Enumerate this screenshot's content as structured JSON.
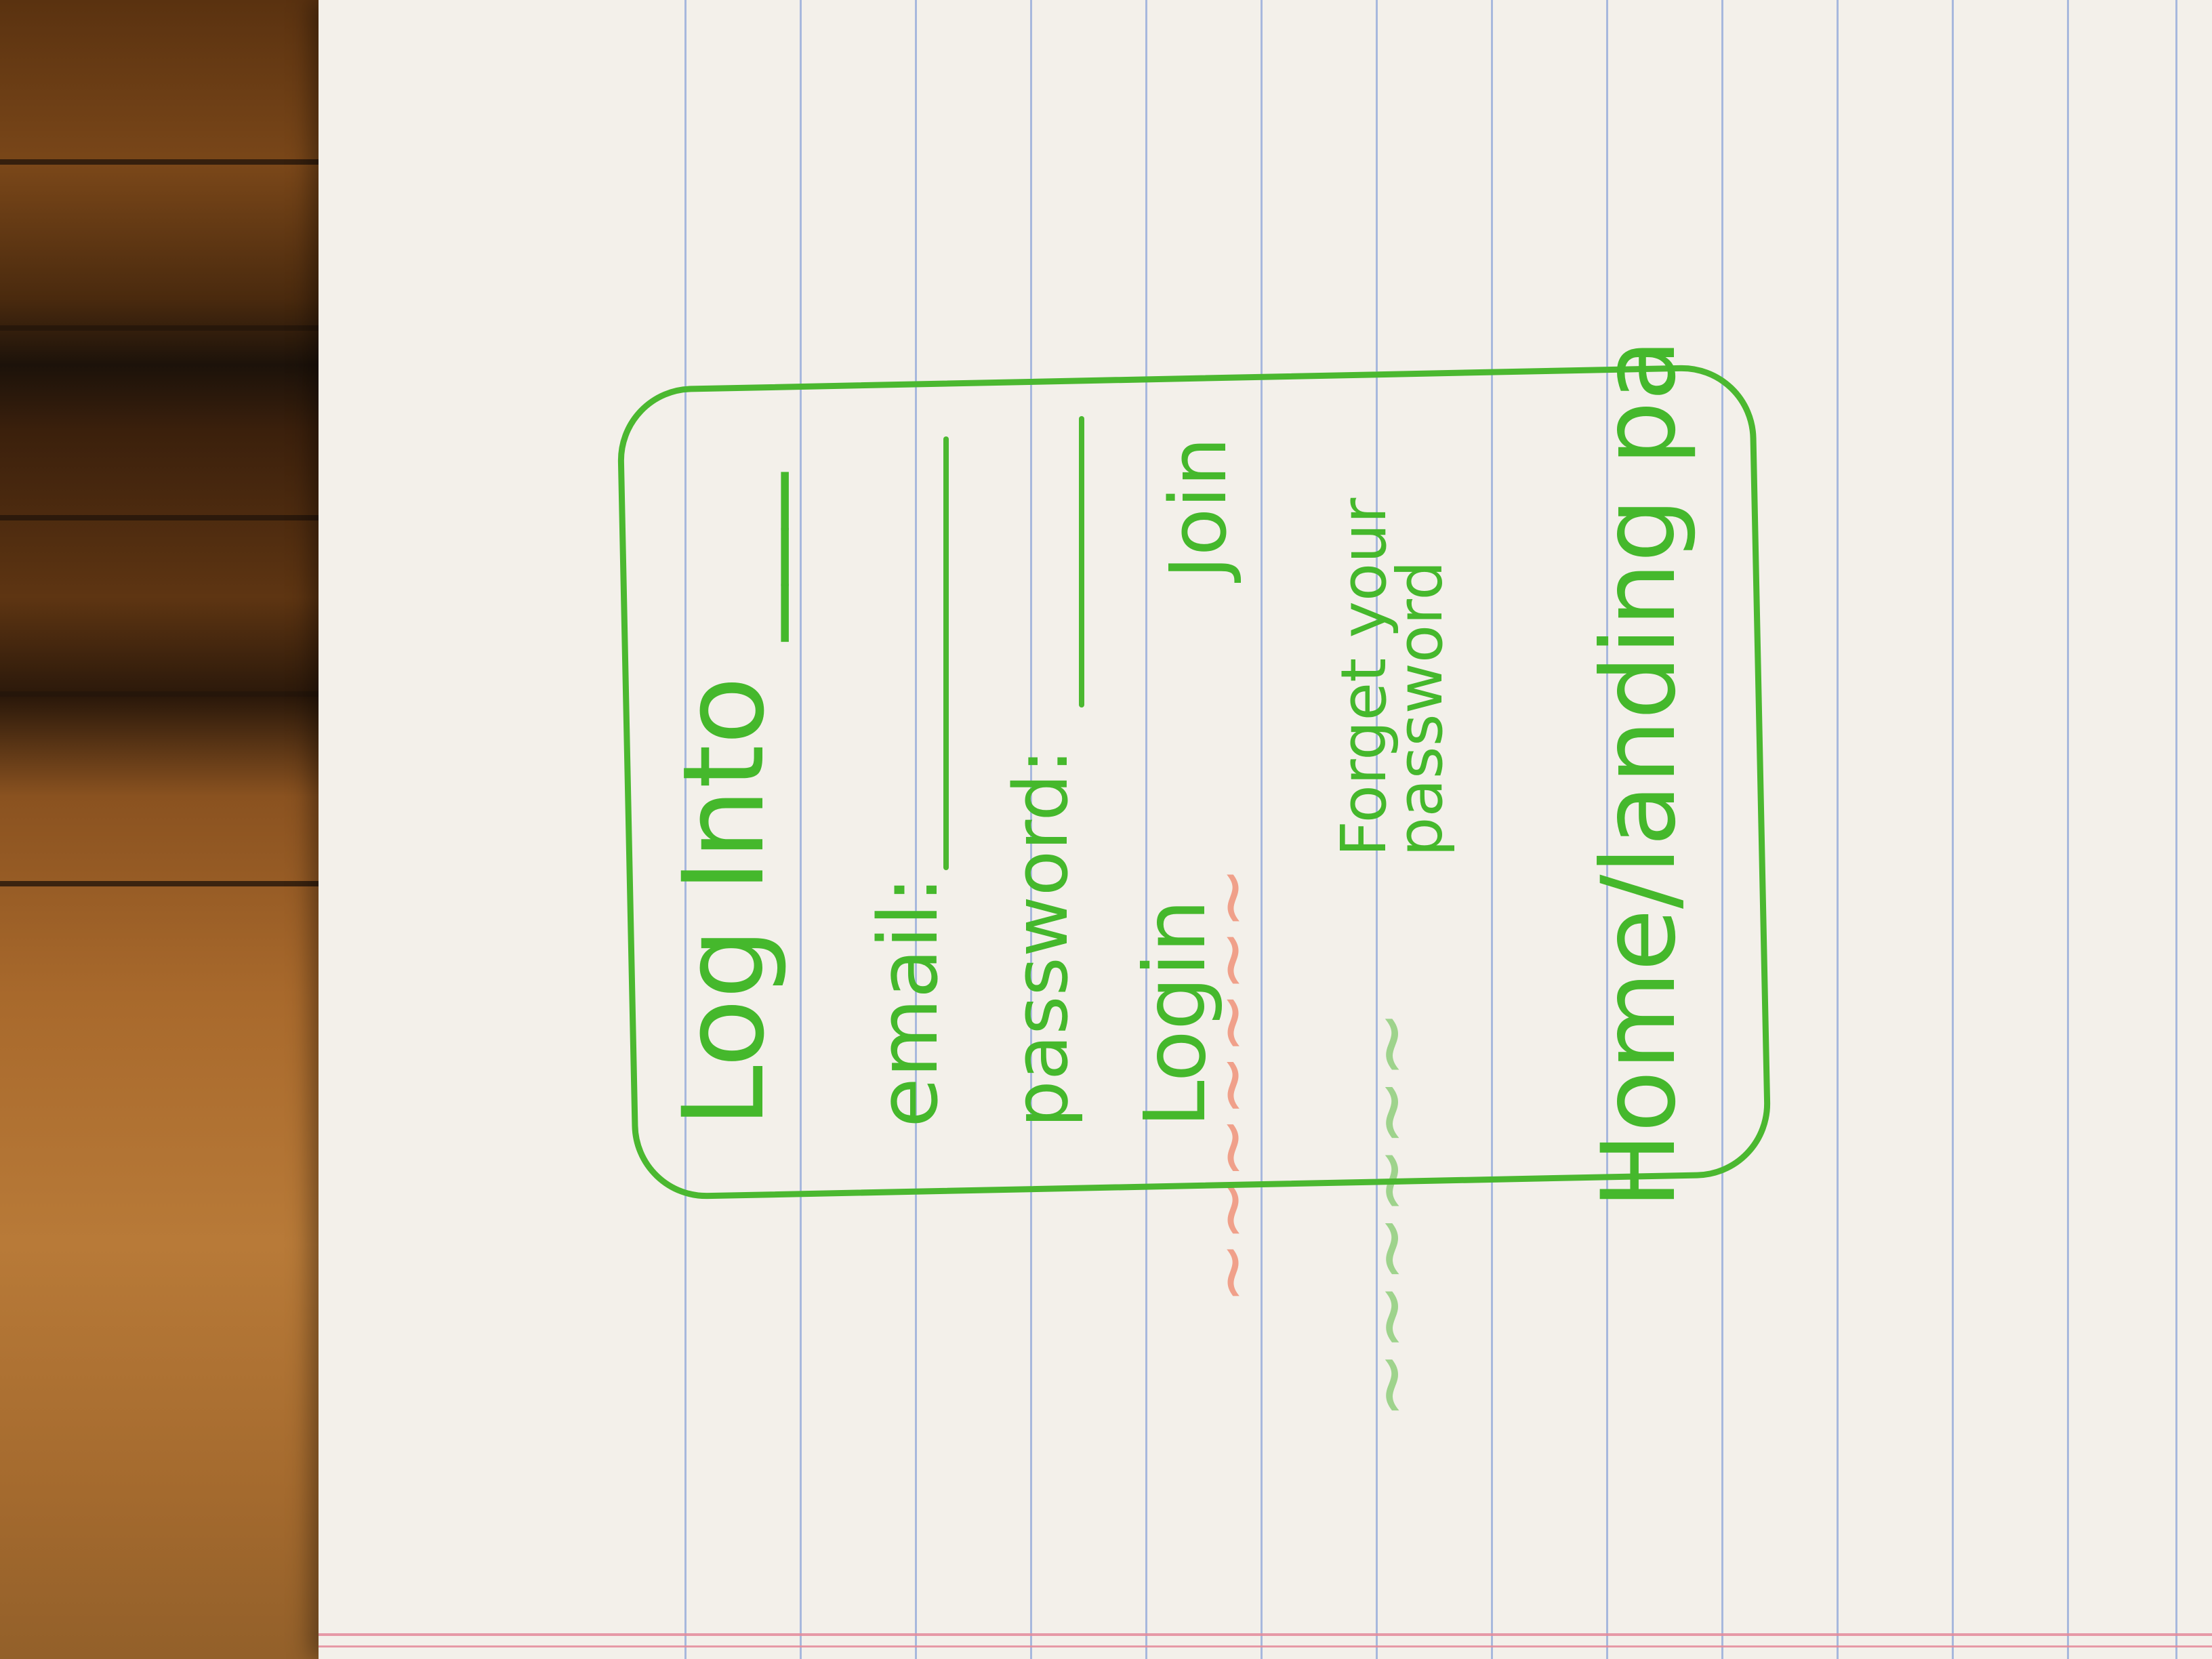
{
  "colors": {
    "ink_green": "#4bb830",
    "faint_green": "#9ed38c",
    "faint_red": "#f0a08a",
    "paper": "#f3f0ea",
    "rules": "#8ea6d8",
    "margin": "#e38a9a"
  },
  "login": {
    "title": "Log Into ___",
    "email_label": "email:",
    "password_label": "password:",
    "login_button": "Login",
    "join_link": "Join",
    "forgot_link": "Forget your password"
  },
  "page": {
    "bottom_label": "Home/landing pa"
  }
}
